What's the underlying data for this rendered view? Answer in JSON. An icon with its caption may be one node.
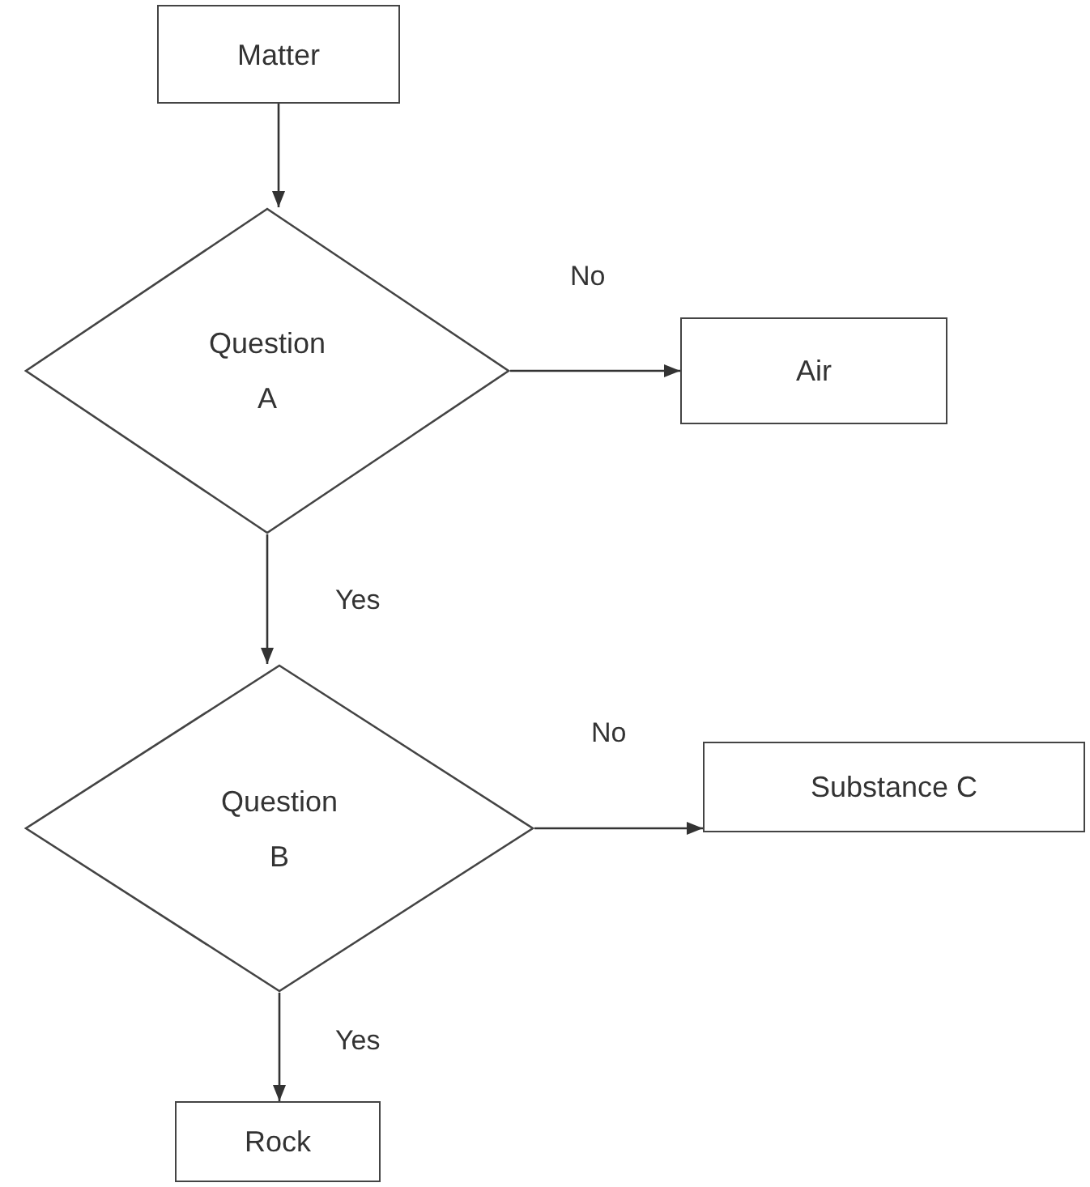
{
  "diagram": {
    "nodes": [
      {
        "text": [
          "Matter"
        ]
      },
      {
        "text": [
          "Question A"
        ]
      },
      {
        "text": [
          "Air"
        ]
      },
      {
        "text": [
          "Question B"
        ]
      },
      {
        "text": [
          "Substance C"
        ]
      },
      {
        "text": [
          "Rock"
        ]
      }
    ],
    "edges": [
      {
        "from": 0,
        "to": 1,
        "arrow": "to"
      },
      {
        "from": 1,
        "to": 2,
        "arrow": "to",
        "label": "No"
      },
      {
        "from": 1,
        "to": 3,
        "arrow": "to",
        "label": "Yes"
      },
      {
        "from": 3,
        "to": 4,
        "arrow": "to",
        "label": "No"
      },
      {
        "from": 3,
        "to": 5,
        "arrow": "to",
        "label": "Yes"
      }
    ]
  }
}
